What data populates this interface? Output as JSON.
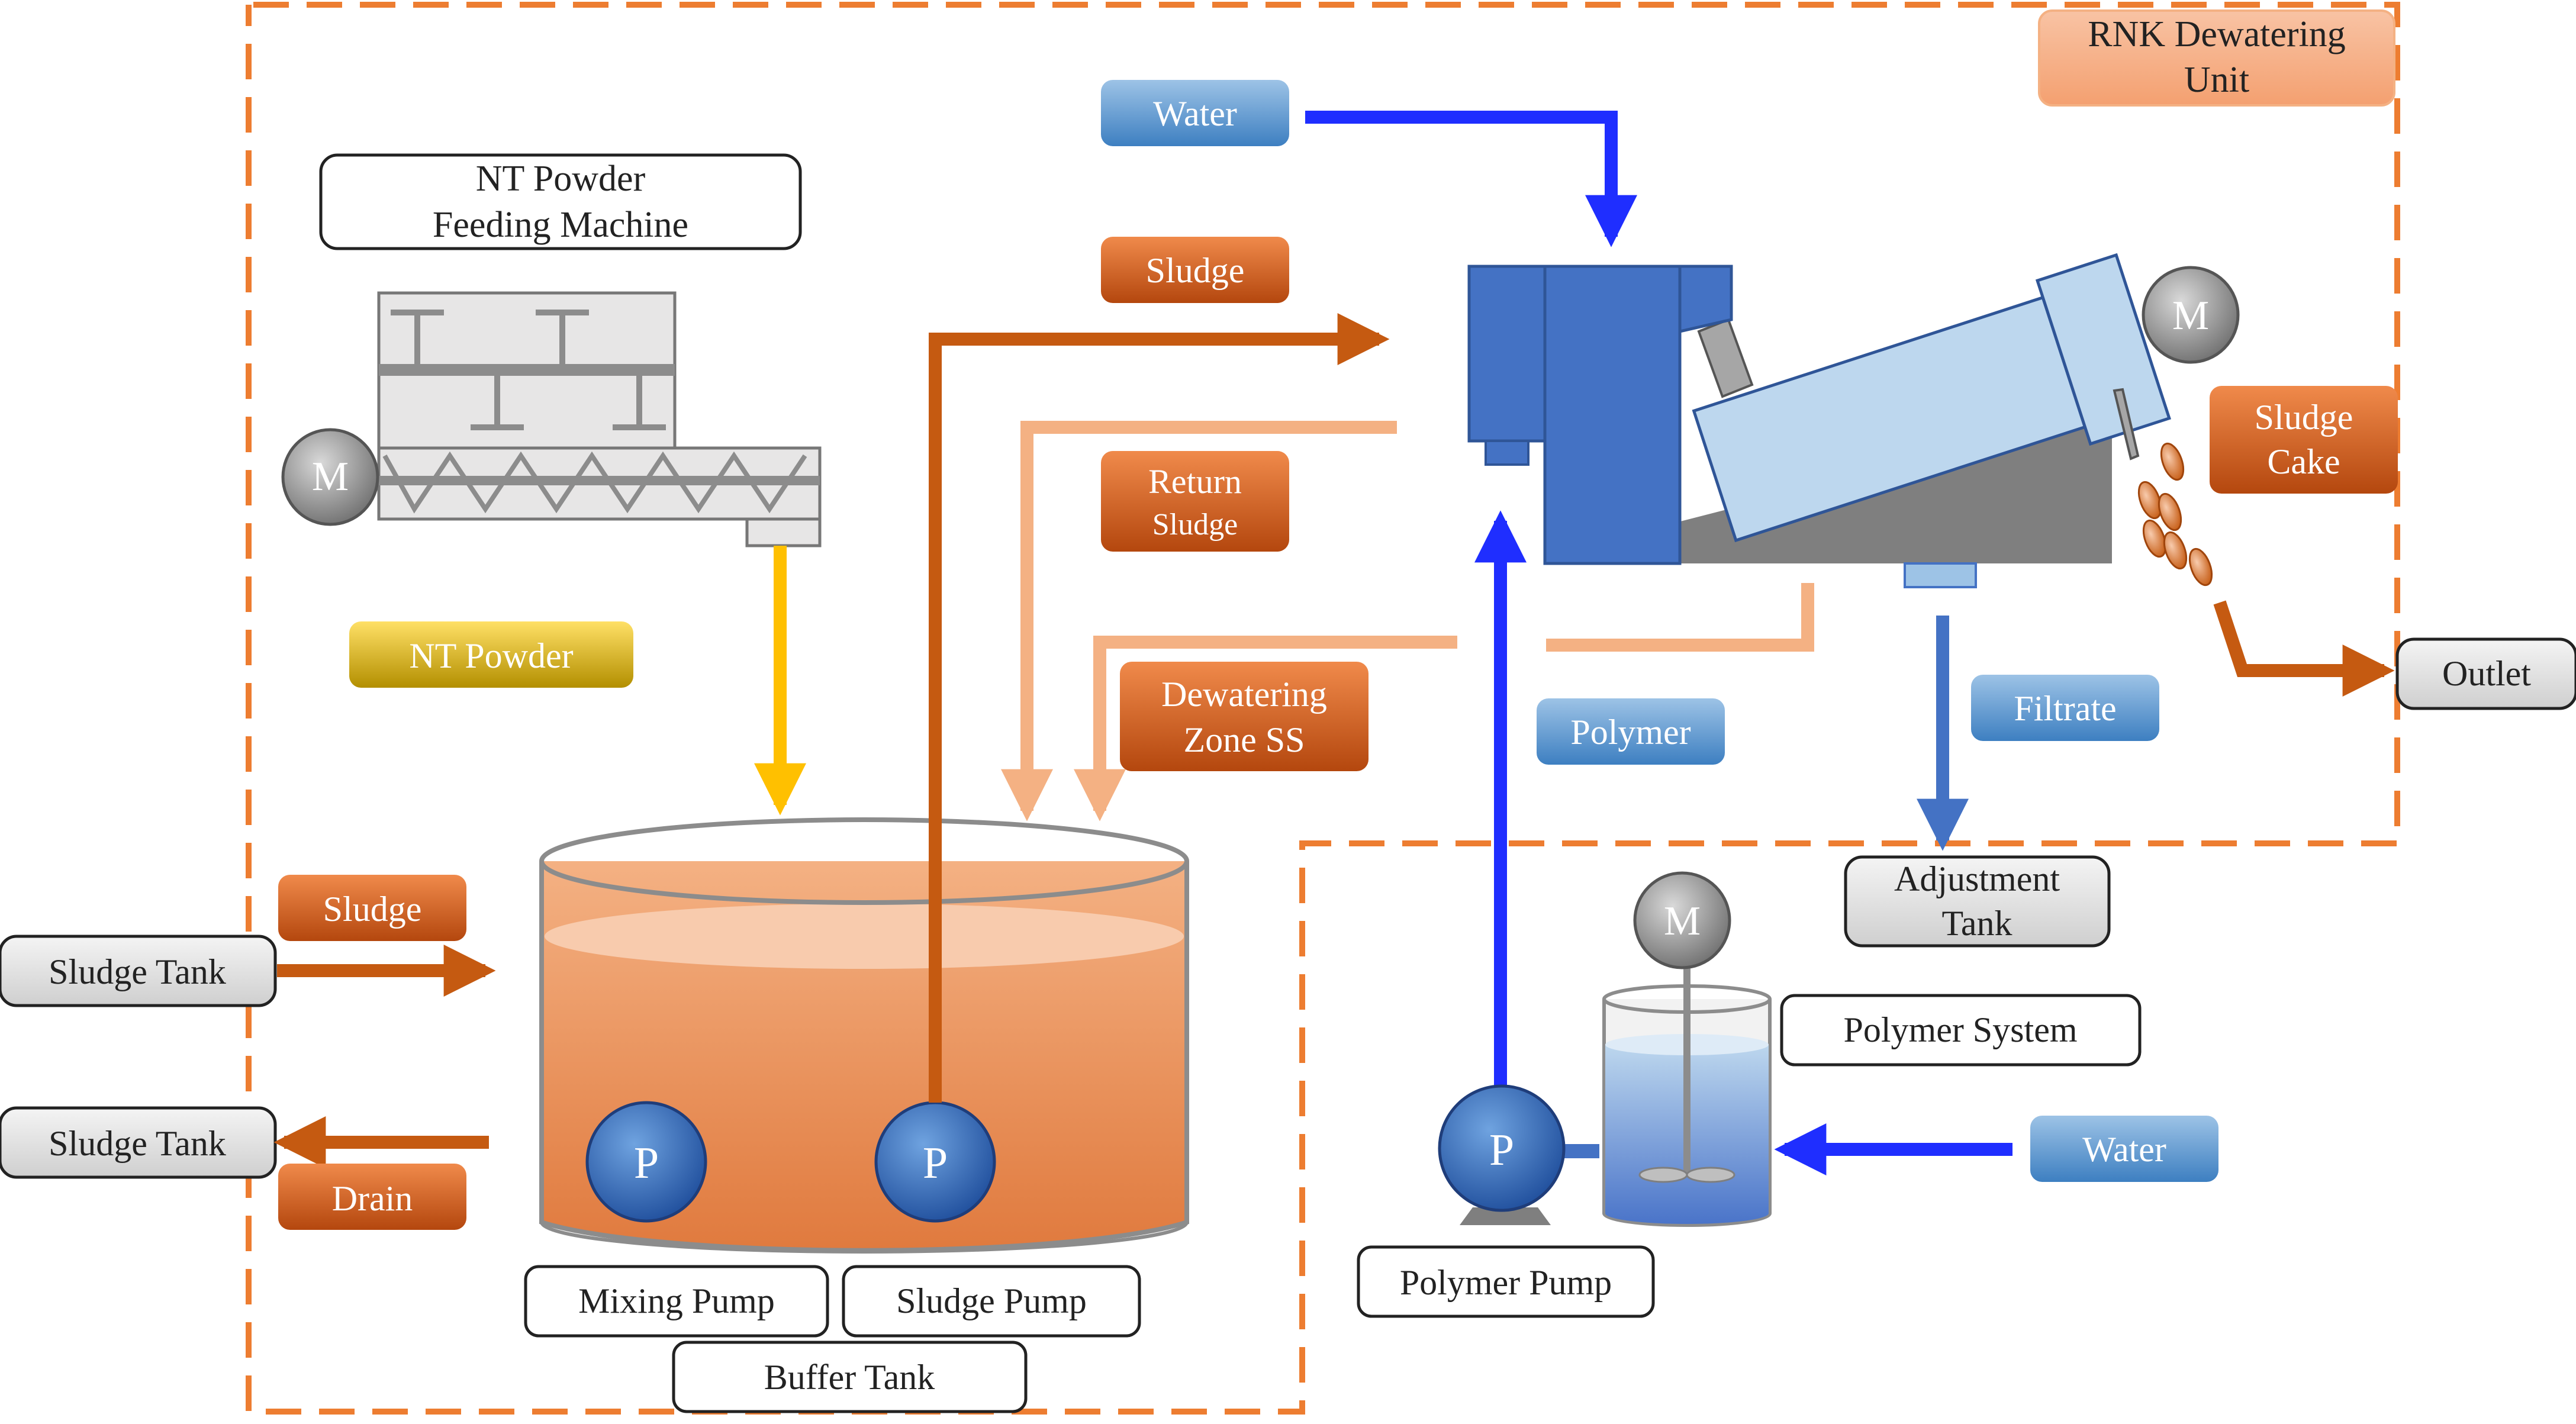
{
  "regions": {
    "dewatering_unit": {
      "title_line1": "RNK Dewatering",
      "title_line2": "Unit"
    }
  },
  "labels": {
    "nt_feeder_line1": "NT Powder",
    "nt_feeder_line2": "Feeding Machine",
    "nt_powder": "NT Powder",
    "water_top": "Water",
    "sludge_top": "Sludge",
    "return_sludge_line1": "Return",
    "return_sludge_line2": "Sludge",
    "dewatering_ss_line1": "Dewatering",
    "dewatering_ss_line2": "Zone SS",
    "sludge_cake_line1": "Sludge",
    "sludge_cake_line2": "Cake",
    "outlet": "Outlet",
    "polymer": "Polymer",
    "filtrate": "Filtrate",
    "adjustment_tank_line1": "Adjustment",
    "adjustment_tank_line2": "Tank",
    "sludge_in": "Sludge",
    "sludge_tank_in": "Sludge Tank",
    "sludge_tank_out": "Sludge Tank",
    "drain": "Drain",
    "polymer_system": "Polymer System",
    "water_polymer": "Water",
    "polymer_pump": "Polymer Pump",
    "mixing_pump": "Mixing Pump",
    "sludge_pump": "Sludge Pump",
    "buffer_tank": "Buffer Tank"
  },
  "symbols": {
    "motor": "M",
    "pump": "P"
  },
  "colors": {
    "region_border": "#ED7D31",
    "sludge_arrow": "#C55A11",
    "return_arrow": "#F4B183",
    "water_arrow": "#1F2EFF",
    "powder_arrow": "#FFC000",
    "filtrate_arrow": "#4472C4",
    "machine_blue": "#4472C4"
  }
}
